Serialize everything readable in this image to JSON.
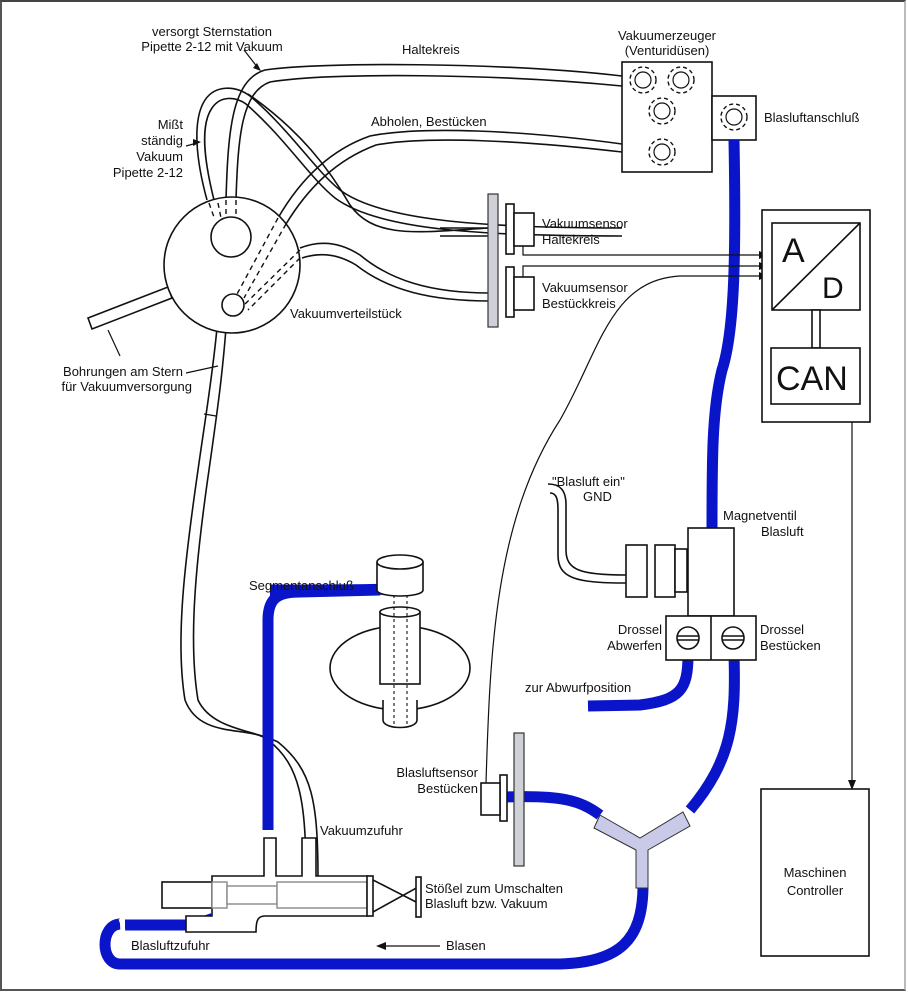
{
  "diagram": {
    "colors": {
      "blowair_tube": "#0a14c8",
      "y_connector": "#c8cae8",
      "sensor_plate": "#cfd0d8",
      "line": "#111111"
    },
    "labels": {
      "supply_star": [
        "versorgt Sternstation",
        "Pipette 2-12 mit Vakuum"
      ],
      "holding_circuit": "Haltekreis",
      "measure_vacuum": [
        "Mißt",
        "ständig",
        "Vakuum",
        "Pipette 2-12"
      ],
      "pickup_place": "Abholen, Bestücken",
      "vacuum_generator": [
        "Vakuumerzeuger",
        "(Venturidüsen)"
      ],
      "blowair_port": "Blasluftanschluß",
      "sensor_holding": [
        "Vakuumsensor",
        "Haltekreis"
      ],
      "sensor_placing": [
        "Vakuumsensor",
        "Bestückkreis"
      ],
      "distributor": "Vakuumverteilstück",
      "star_bores": [
        "Bohrungen am Stern",
        "für Vakuumversorgung"
      ],
      "ad_a": "A",
      "ad_d": "D",
      "can": "CAN",
      "blowair_on": "\"Blasluft ein\"",
      "gnd": "GND",
      "solenoid_valve": [
        "Magnetventil",
        "Blasluft"
      ],
      "throttle_eject": [
        "Drossel",
        "Abwerfen"
      ],
      "throttle_place": [
        "Drossel",
        "Bestücken"
      ],
      "to_eject_position": "zur Abwurfposition",
      "segment_connection": "Segmentanschluß",
      "blowair_sensor": [
        "Blasluftsensor",
        "Bestücken"
      ],
      "vacuum_feed": "Vakuumzufuhr",
      "plunger": [
        "Stößel zum Umschalten",
        "Blasluft bzw. Vakuum"
      ],
      "blowair_feed": "Blasluftzufuhr",
      "blow": "Blasen",
      "machine_controller": [
        "Maschinen",
        "Controller"
      ]
    }
  }
}
